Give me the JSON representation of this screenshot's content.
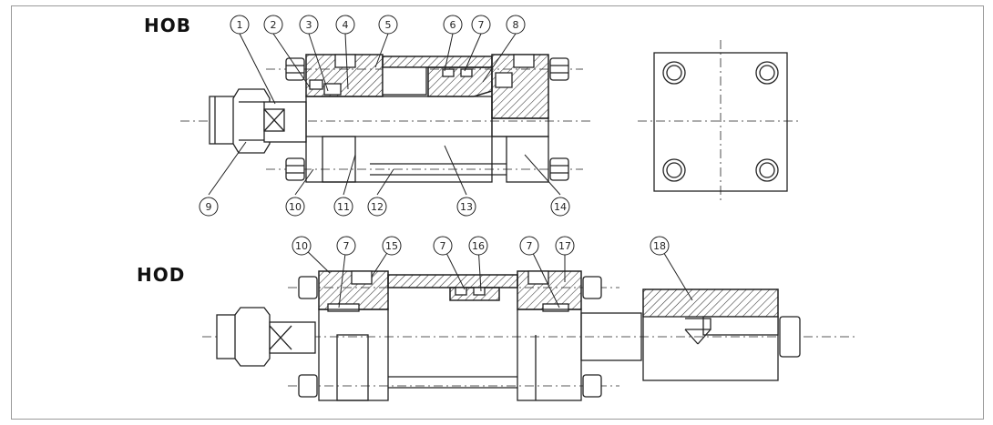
{
  "titles": {
    "top": "HOB",
    "bottom": "HOD"
  },
  "callouts": [
    "1",
    "2",
    "3",
    "4",
    "5",
    "6",
    "7",
    "8",
    "9",
    "10",
    "11",
    "12",
    "13",
    "14",
    "10",
    "7",
    "15",
    "7",
    "16",
    "7",
    "17",
    "18"
  ]
}
